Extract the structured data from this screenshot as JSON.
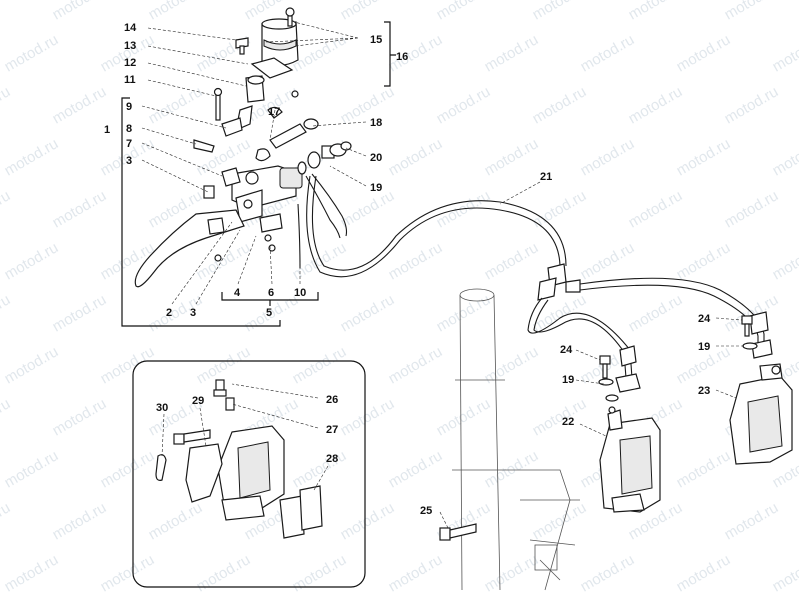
{
  "watermark": "motod.ru",
  "colors": {
    "line": "#1a1a1a",
    "watermark": "#c9d4de",
    "background": "#ffffff"
  },
  "labels": {
    "l14": "14",
    "l13": "13",
    "l12": "12",
    "l11": "11",
    "l9": "9",
    "l8": "8",
    "l7": "7",
    "l3a": "3",
    "l1": "1",
    "l15": "15",
    "l16": "16",
    "l17": "17",
    "l18": "18",
    "l20": "20",
    "l19a": "19",
    "l21": "21",
    "l2": "2",
    "l3b": "3",
    "l4": "4",
    "l6": "6",
    "l10": "10",
    "l5": "5",
    "l24a": "24",
    "l19b": "19",
    "l22": "22",
    "l24b": "24",
    "l19c": "19",
    "l23": "23",
    "l25": "25",
    "l30": "30",
    "l29": "29",
    "l26": "26",
    "l27": "27",
    "l28": "28"
  }
}
